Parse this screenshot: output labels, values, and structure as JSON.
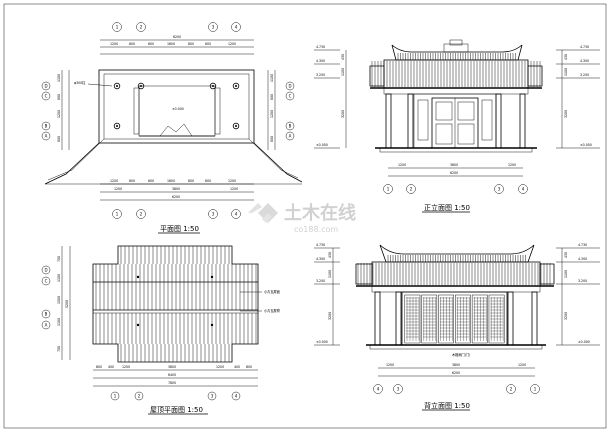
{
  "drawings": {
    "plan": {
      "title": "平面图 1:50",
      "top_dims_outer": [
        "6200"
      ],
      "top_dims_inner": [
        "1200",
        "800",
        "600",
        "1600",
        "800",
        "600",
        "1200"
      ],
      "bottom_dims_inner": [
        "1200",
        "800",
        "600",
        "1600",
        "800",
        "600",
        "1200"
      ],
      "bottom_dims_outer": [
        "1200",
        "3800",
        "1200"
      ],
      "bottom_total": [
        "6200"
      ],
      "axes_x": [
        "1",
        "2",
        "3",
        "4"
      ],
      "axes_y": [
        "D",
        "C",
        "B",
        "A"
      ],
      "left_dims": [
        "1100",
        "800",
        "1200",
        "800"
      ],
      "right_dims": [
        "1100",
        "800",
        "1200",
        "800"
      ],
      "labels": {
        "column": "φ300柱",
        "elev": "±0.000"
      }
    },
    "front_elevation": {
      "title": "正立面图 1:50",
      "left_levels": [
        "4.730",
        "4.300",
        "3.200",
        "±0.000"
      ],
      "right_levels": [
        "4.730",
        "4.300",
        "3.200",
        "±0.000"
      ],
      "left_dims": [
        "430",
        "1100",
        "3200"
      ],
      "right_dims": [
        "430",
        "1100",
        "3200"
      ],
      "bottom_dims": [
        "1200",
        "3800",
        "1200"
      ],
      "bottom_total": [
        "6200"
      ],
      "axes": [
        "1",
        "2",
        "3",
        "4"
      ]
    },
    "roof_plan": {
      "title": "屋顶平面图 1:50",
      "left_dims": [
        "700",
        "1100",
        "1500",
        "1100",
        "700"
      ],
      "left_total": [
        "5200"
      ],
      "axes_y": [
        "D",
        "C",
        "B",
        "A"
      ],
      "bottom_dims": [
        "800",
        "400",
        "1200",
        "3800",
        "1200",
        "400",
        "800"
      ],
      "bottom_sub": [
        "6400"
      ],
      "bottom_total": [
        "7800"
      ],
      "axes_x": [
        "1",
        "2",
        "3",
        "4"
      ],
      "labels": [
        "小青瓦屋面",
        "小青瓦屋脊"
      ]
    },
    "rear_elevation": {
      "title": "背立面图 1:50",
      "left_levels": [
        "4.730",
        "4.300",
        "3.200",
        "±0.000"
      ],
      "right_levels": [
        "4.730",
        "4.300",
        "3.200",
        "±0.000"
      ],
      "left_dims": [
        "430",
        "1100",
        "3200"
      ],
      "right_dims": [
        "430",
        "1100",
        "3200"
      ],
      "bottom_dims": [
        "1200",
        "3800",
        "1200"
      ],
      "bottom_total": [
        "6200"
      ],
      "axes": [
        "4",
        "3",
        "2",
        "1"
      ],
      "labels": {
        "door_note": "木格扇门(门)"
      }
    }
  },
  "watermark": {
    "main": "土木在线",
    "sub": "co188.com"
  }
}
